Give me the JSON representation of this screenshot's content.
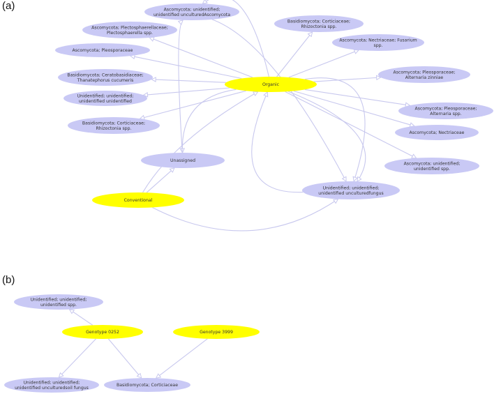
{
  "panels": [
    {
      "label": "(a)",
      "nodes": [
        {
          "id": "organic",
          "lines": [
            "Organic"
          ],
          "kind": "hub"
        },
        {
          "id": "conventional",
          "lines": [
            "Conventional"
          ],
          "kind": "hub"
        },
        {
          "id": "unassigned",
          "lines": [
            "Unassigned"
          ],
          "kind": "taxon"
        },
        {
          "id": "asco-unc",
          "lines": [
            "Ascomycota; unidentified;",
            "unidentified unculturedAscomycota"
          ],
          "kind": "taxon"
        },
        {
          "id": "basi-cort-1",
          "lines": [
            "Basidiomycota; Corticiaceae;",
            "Rhizoctonia spp."
          ],
          "kind": "taxon"
        },
        {
          "id": "asco-plecto",
          "lines": [
            "Ascomycota; Plectosphaerellaceae;",
            "Plectosphaerella spp."
          ],
          "kind": "taxon"
        },
        {
          "id": "asco-fusarium",
          "lines": [
            "Ascomycota; Nectriaceae; Fusarium",
            "spp."
          ],
          "kind": "taxon"
        },
        {
          "id": "asco-pleo",
          "lines": [
            "Ascomycota; Pleosporaceae"
          ],
          "kind": "taxon"
        },
        {
          "id": "asco-alt-zinniae",
          "lines": [
            "Ascomycota; Pleosporaceae;",
            "Alternaria zinniae"
          ],
          "kind": "taxon"
        },
        {
          "id": "basi-cerato",
          "lines": [
            "Basidiomycota; Ceratobasidiaceae;",
            "Thanatephorus cucumeris"
          ],
          "kind": "taxon"
        },
        {
          "id": "unid-unid",
          "lines": [
            "Unidentified; unidentified;",
            "unidentified unidentified"
          ],
          "kind": "taxon"
        },
        {
          "id": "asco-alt-spp",
          "lines": [
            "Ascomycota; Pleosporaceae;",
            "Alternaria spp."
          ],
          "kind": "taxon"
        },
        {
          "id": "basi-cort-2",
          "lines": [
            "Basidiomycota;  Corticiaceae;",
            "Rhizoctonia spp."
          ],
          "kind": "taxon"
        },
        {
          "id": "asco-nect",
          "lines": [
            "Ascomycota; Nectriaceae"
          ],
          "kind": "taxon"
        },
        {
          "id": "asco-unid-spp",
          "lines": [
            "Ascomycota; unidentified;",
            "unidentified spp."
          ],
          "kind": "taxon"
        },
        {
          "id": "unid-fungus",
          "lines": [
            "Unidentified; unidentified;",
            "unidentified unculturedfungus"
          ],
          "kind": "taxon"
        }
      ],
      "edges": [
        [
          "organic",
          "asco-unc"
        ],
        [
          "organic",
          "basi-cort-1"
        ],
        [
          "organic",
          "asco-plecto"
        ],
        [
          "organic",
          "asco-fusarium"
        ],
        [
          "organic",
          "asco-pleo"
        ],
        [
          "organic",
          "asco-alt-zinniae"
        ],
        [
          "organic",
          "basi-cerato"
        ],
        [
          "organic",
          "unid-unid"
        ],
        [
          "organic",
          "asco-alt-spp"
        ],
        [
          "organic",
          "basi-cort-2"
        ],
        [
          "organic",
          "asco-nect"
        ],
        [
          "organic",
          "asco-unid-spp"
        ],
        [
          "organic",
          "unassigned"
        ],
        [
          "organic",
          "unid-fungus"
        ],
        [
          "conventional",
          "unassigned"
        ],
        [
          "conventional",
          "unid-fungus"
        ],
        [
          "conventional",
          "organic"
        ]
      ]
    },
    {
      "label": "(b)",
      "nodes": [
        {
          "id": "g0252",
          "lines": [
            "Genotype 0252"
          ],
          "kind": "hub"
        },
        {
          "id": "g3999",
          "lines": [
            "Genotype 3999"
          ],
          "kind": "hub"
        },
        {
          "id": "b-unid-spp",
          "lines": [
            "Unidentified; unidentified;",
            "unidentified spp."
          ],
          "kind": "taxon"
        },
        {
          "id": "b-soil",
          "lines": [
            "Unidentified; unidentified;",
            "unidentified unculturedsoil fungus"
          ],
          "kind": "taxon"
        },
        {
          "id": "b-cort",
          "lines": [
            "Basidiomycota; Corticiaceae"
          ],
          "kind": "taxon"
        }
      ],
      "edges": [
        [
          "g0252",
          "b-unid-spp"
        ],
        [
          "g0252",
          "b-soil"
        ],
        [
          "g0252",
          "b-cort"
        ],
        [
          "g3999",
          "b-cort"
        ]
      ]
    }
  ],
  "colors": {
    "hub": "#ffff00",
    "taxon": "#c9c9f5",
    "edge": "#c8c8ee",
    "text": "#333333"
  }
}
